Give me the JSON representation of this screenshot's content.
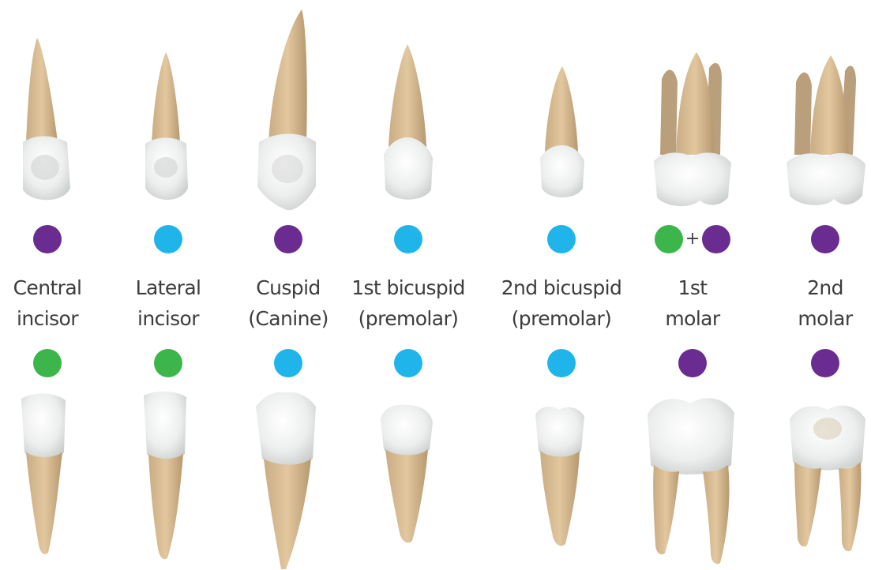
{
  "colors": {
    "purple": "#6a2c91",
    "blue": "#1fb4ea",
    "green": "#3cb54a"
  },
  "teeth": [
    {
      "label_line1": "Central",
      "label_line2": "incisor",
      "upper_dots": [
        "purple"
      ],
      "lower_dots": [
        "green"
      ]
    },
    {
      "label_line1": "Lateral",
      "label_line2": "incisor",
      "upper_dots": [
        "blue"
      ],
      "lower_dots": [
        "green"
      ]
    },
    {
      "label_line1": "Cuspid",
      "label_line2": "(Canine)",
      "upper_dots": [
        "purple"
      ],
      "lower_dots": [
        "blue"
      ]
    },
    {
      "label_line1": "1st bicuspid",
      "label_line2": "(premolar)",
      "upper_dots": [
        "blue"
      ],
      "lower_dots": [
        "blue"
      ]
    },
    {
      "label_line1": "2nd bicuspid",
      "label_line2": "(premolar)",
      "upper_dots": [
        "blue"
      ],
      "lower_dots": [
        "blue"
      ]
    },
    {
      "label_line1": "1st",
      "label_line2": "molar",
      "upper_dots": [
        "green",
        "purple"
      ],
      "upper_separator": "+",
      "lower_dots": [
        "purple"
      ]
    },
    {
      "label_line1": "2nd",
      "label_line2": "molar",
      "upper_dots": [
        "purple"
      ],
      "lower_dots": [
        "purple"
      ]
    }
  ]
}
